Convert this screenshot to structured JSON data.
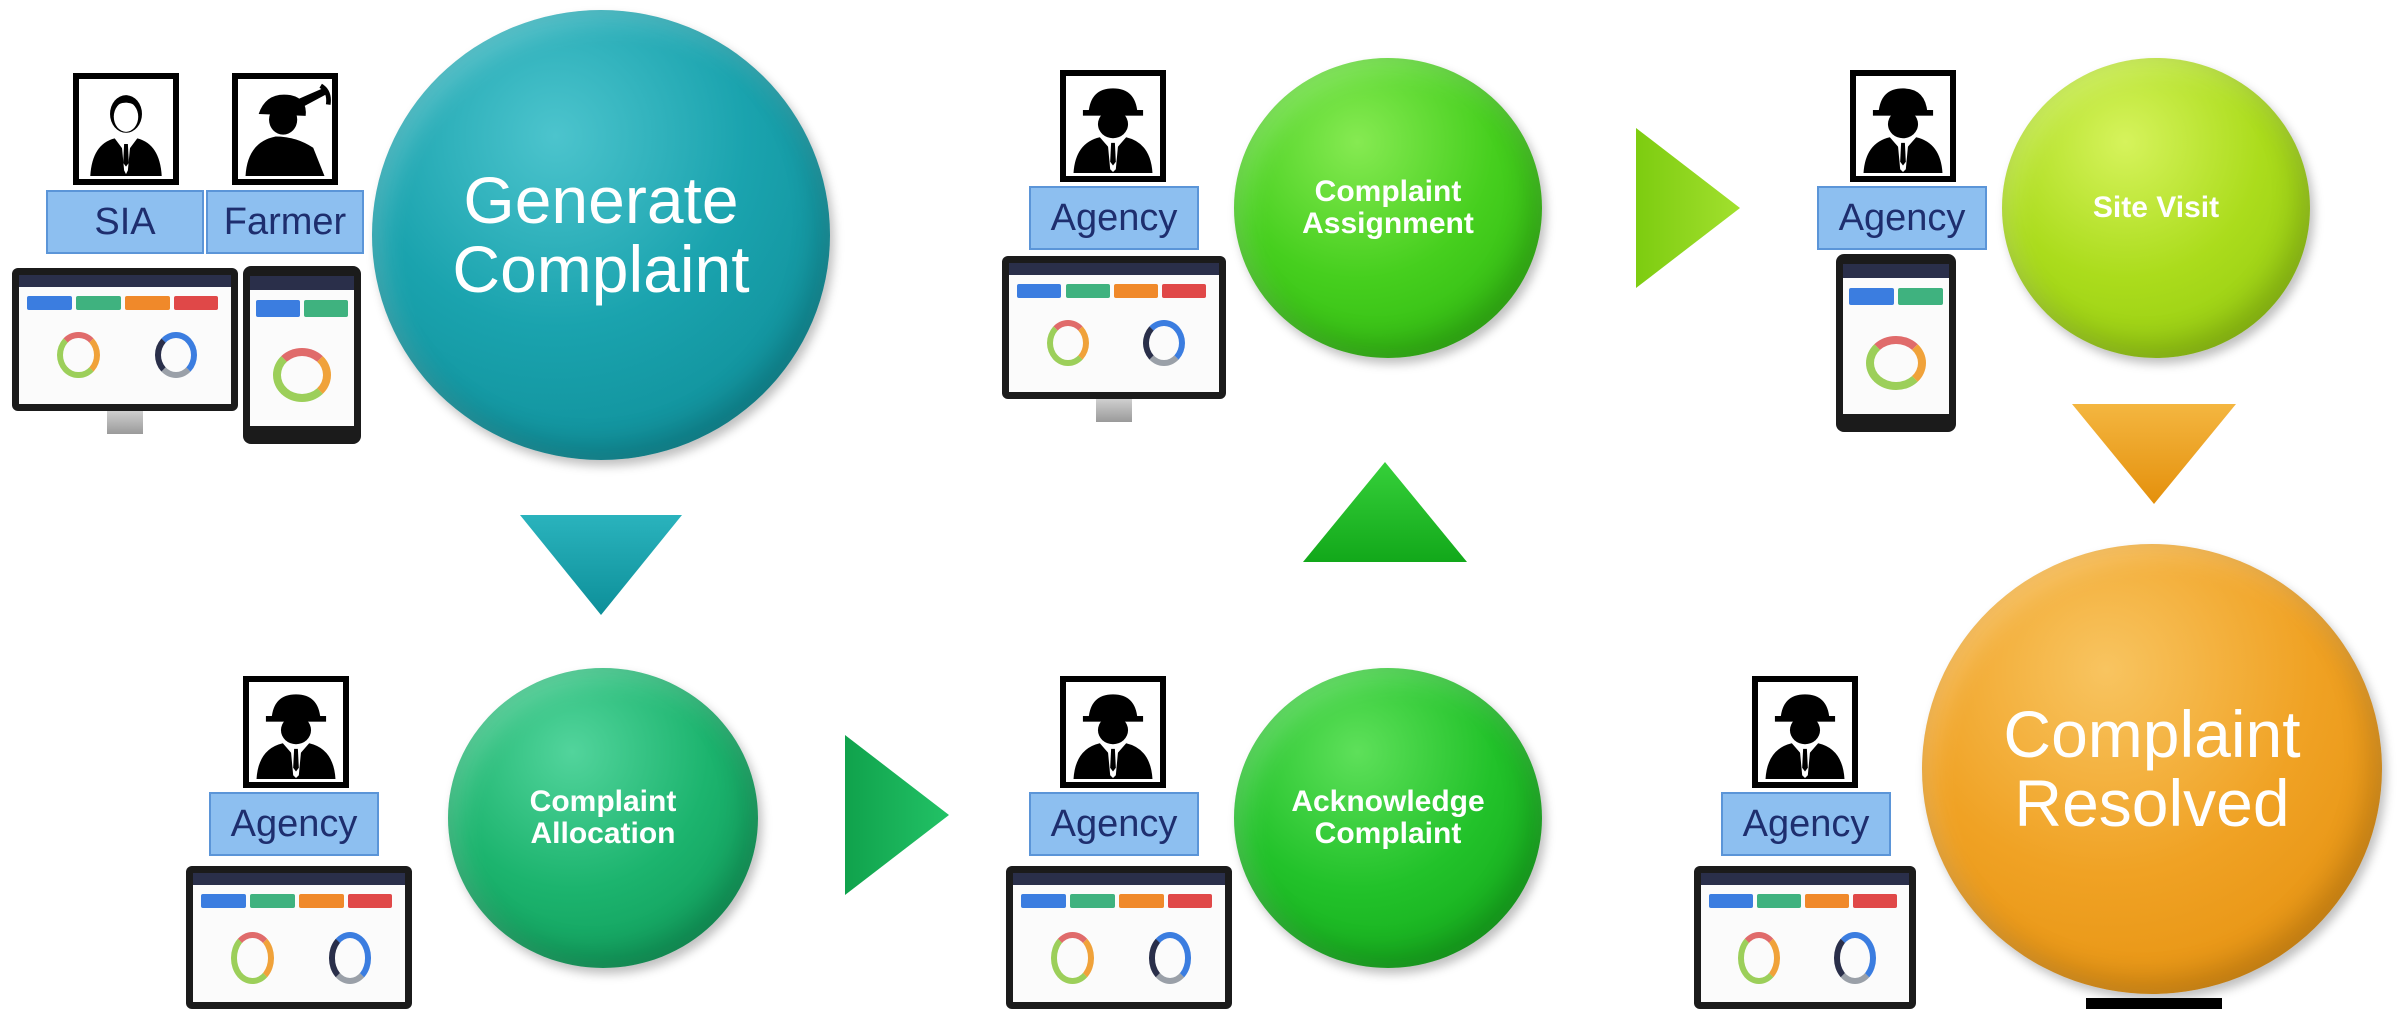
{
  "steps": {
    "generate": {
      "label": "Generate\nComplaint",
      "color_top": "#2fb3bf",
      "color_bottom": "#0f8f9c"
    },
    "allocation": {
      "label": "Complaint\nAllocation",
      "color_top": "#2ec98a",
      "color_bottom": "#0e9e5e"
    },
    "acknowledge": {
      "label": "Acknowledge\nComplaint",
      "color_top": "#36d43a",
      "color_bottom": "#10a81c"
    },
    "assignment": {
      "label": "Complaint\nAssignment",
      "color_top": "#5fe02a",
      "color_bottom": "#2fb80c"
    },
    "site_visit": {
      "label": "Site Visit",
      "color_top": "#c6ee3a",
      "color_bottom": "#96cc10"
    },
    "resolved": {
      "label": "Complaint\nResolved",
      "color_top": "#f7b33a",
      "color_bottom": "#e6920c"
    }
  },
  "roles": {
    "sia": "SIA",
    "farmer": "Farmer",
    "agency_allocation": "Agency",
    "agency_acknowledge": "Agency",
    "agency_assignment": "Agency",
    "agency_site_visit": "Agency",
    "agency_resolved": "Agency"
  },
  "icons": {
    "user": "businessman-icon",
    "farmer": "farmer-icon",
    "agency": "worker-helmet-icon",
    "desktop": "desktop-monitor-icon",
    "tablet": "tablet-icon",
    "arrow": "triangle-arrow-icon"
  },
  "arrow_colors": {
    "down_teal": "#14a3ad",
    "right_green": "#14b85a",
    "up_green": "#1dbf22",
    "right_lime": "#8fd41a",
    "down_orange": "#eda21a"
  }
}
